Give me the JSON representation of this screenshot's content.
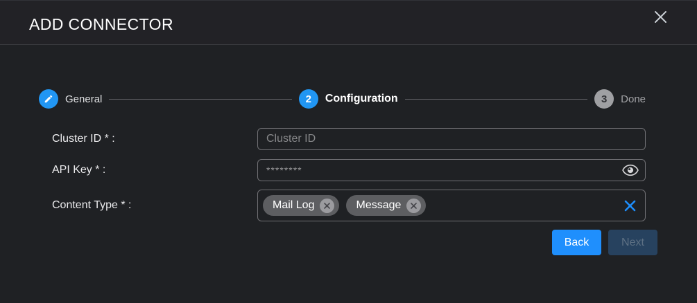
{
  "dialog": {
    "title": "ADD CONNECTOR",
    "close_icon": "close-icon"
  },
  "stepper": {
    "steps": [
      {
        "number": "1",
        "label": "General",
        "state": "completed",
        "icon": "pencil-icon"
      },
      {
        "number": "2",
        "label": "Configuration",
        "state": "active"
      },
      {
        "number": "3",
        "label": "Done",
        "state": "pending"
      }
    ]
  },
  "form": {
    "fields": [
      {
        "label": "Cluster ID * :",
        "placeholder": "Cluster ID",
        "value": "",
        "type": "text"
      },
      {
        "label": "API Key * :",
        "value": "********",
        "type": "password",
        "icon": "eye-icon"
      },
      {
        "label": "Content Type * :",
        "type": "tags",
        "tags": [
          "Mail Log",
          "Message"
        ],
        "tag_remove_icon": "circle-x-icon",
        "clear_icon": "clear-x-icon"
      }
    ]
  },
  "footer": {
    "back_label": "Back",
    "next_label": "Next",
    "next_disabled": true
  },
  "colors": {
    "accent_blue": "#2196f3",
    "back_button_blue": "#1f8ffd",
    "next_disabled_bg": "#27425f",
    "next_disabled_text": "#5e7184",
    "chip_bg": "#5d5e61",
    "header_bg": "#222226",
    "body_bg": "#1f2124",
    "pending_gray": "#9fa0a3"
  }
}
